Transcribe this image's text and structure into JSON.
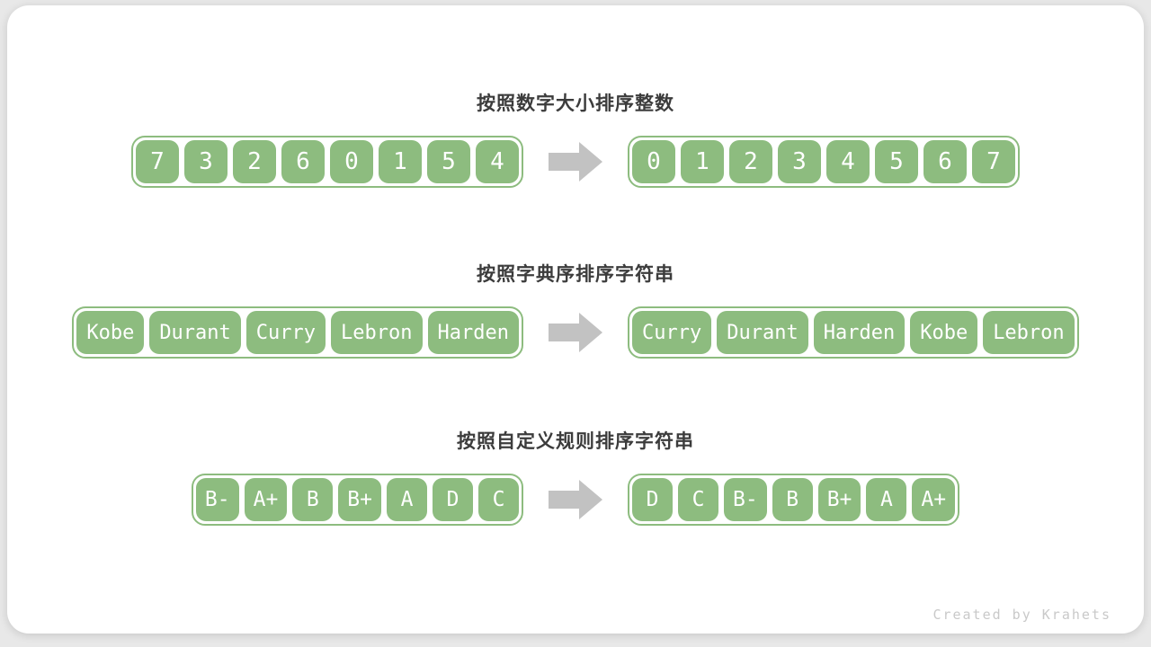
{
  "page": {
    "watermark": "Created by Krahets"
  },
  "colors": {
    "canvas_bg": "#e8e8e8",
    "card_bg": "#ffffff",
    "cell_green": "#8dbc7f",
    "border_green": "#8dbc7f",
    "arrow_gray": "#c2c2c2",
    "title_dark": "#3c3c3c",
    "watermark_gray": "#c9c9c9"
  },
  "sections": [
    {
      "title": "按照数字大小排序整数",
      "before": [
        "7",
        "3",
        "2",
        "6",
        "0",
        "1",
        "5",
        "4"
      ],
      "after": [
        "0",
        "1",
        "2",
        "3",
        "4",
        "5",
        "6",
        "7"
      ]
    },
    {
      "title": "按照字典序排序字符串",
      "before": [
        "Kobe",
        "Durant",
        "Curry",
        "Lebron",
        "Harden"
      ],
      "after": [
        "Curry",
        "Durant",
        "Harden",
        "Kobe",
        "Lebron"
      ]
    },
    {
      "title": "按照自定义规则排序字符串",
      "before": [
        "B-",
        "A+",
        "B",
        "B+",
        "A",
        "D",
        "C"
      ],
      "after": [
        "D",
        "C",
        "B-",
        "B",
        "B+",
        "A",
        "A+"
      ]
    }
  ]
}
